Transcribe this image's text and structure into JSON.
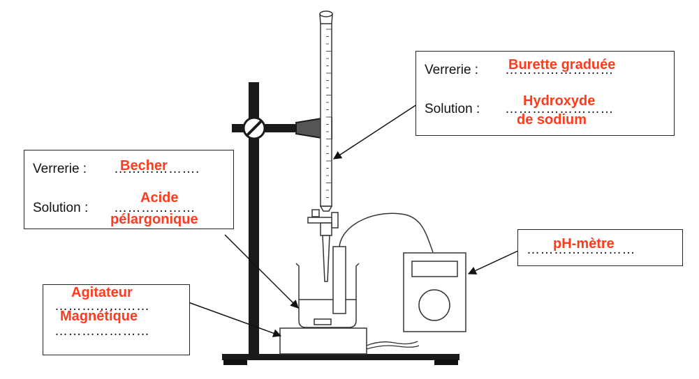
{
  "colors": {
    "answer": "#ff3b1f",
    "ink": "#111111"
  },
  "labels": {
    "burette": {
      "verrerie_label": "Verrerie :",
      "verrerie_dots": "……………………",
      "verrerie_answer": "Burette graduée",
      "solution_label": "Solution :",
      "solution_dots": "……………………",
      "solution_answer_1": "Hydroxyde",
      "solution_answer_2": "de sodium"
    },
    "becher": {
      "verrerie_label": "Verrerie :",
      "verrerie_dots": "……………….",
      "verrerie_answer": "Becher",
      "solution_label": "Solution :",
      "solution_dots": "………………",
      "solution_answer_1": "Acide",
      "solution_answer_2": "pélargonique"
    },
    "phmetre": {
      "dots": "……………………",
      "answer": "pH-mètre"
    },
    "agitateur": {
      "dots_1": "…………………",
      "dots_2": "…………………",
      "answer_1": "Agitateur",
      "answer_2": "Magnétique"
    }
  }
}
